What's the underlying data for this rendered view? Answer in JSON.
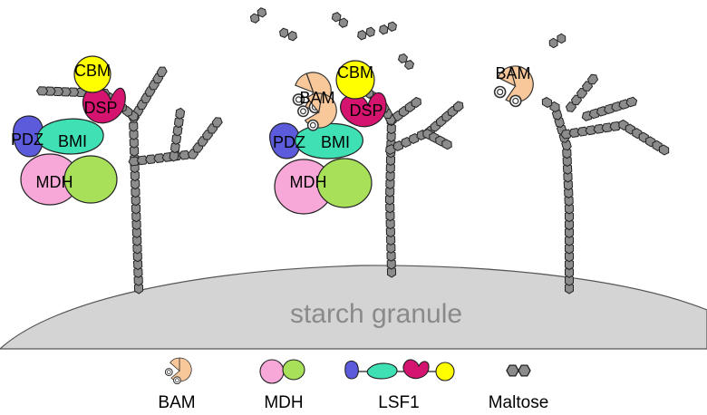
{
  "granule": {
    "label": "starch granule",
    "fill": "#d4d4d4"
  },
  "proteins": {
    "cbm": "CBM",
    "dsp": "DSP",
    "pdz": "PDZ",
    "bmi": "BMI",
    "mdh": "MDH",
    "bam": "BAM"
  },
  "legend": {
    "bam": "BAM",
    "mdh": "MDH",
    "lsf1": "LSF1",
    "maltose": "Maltose"
  },
  "colors": {
    "cbm": "#ffff00",
    "dsp": "#d4146e",
    "pdz": "#5b5bdc",
    "bmi": "#3ee0b4",
    "mdh_pink": "#f7a8d8",
    "mdh_green": "#a8e05a",
    "bam": "#f8c89a",
    "glucose": "#8c8c8c"
  }
}
